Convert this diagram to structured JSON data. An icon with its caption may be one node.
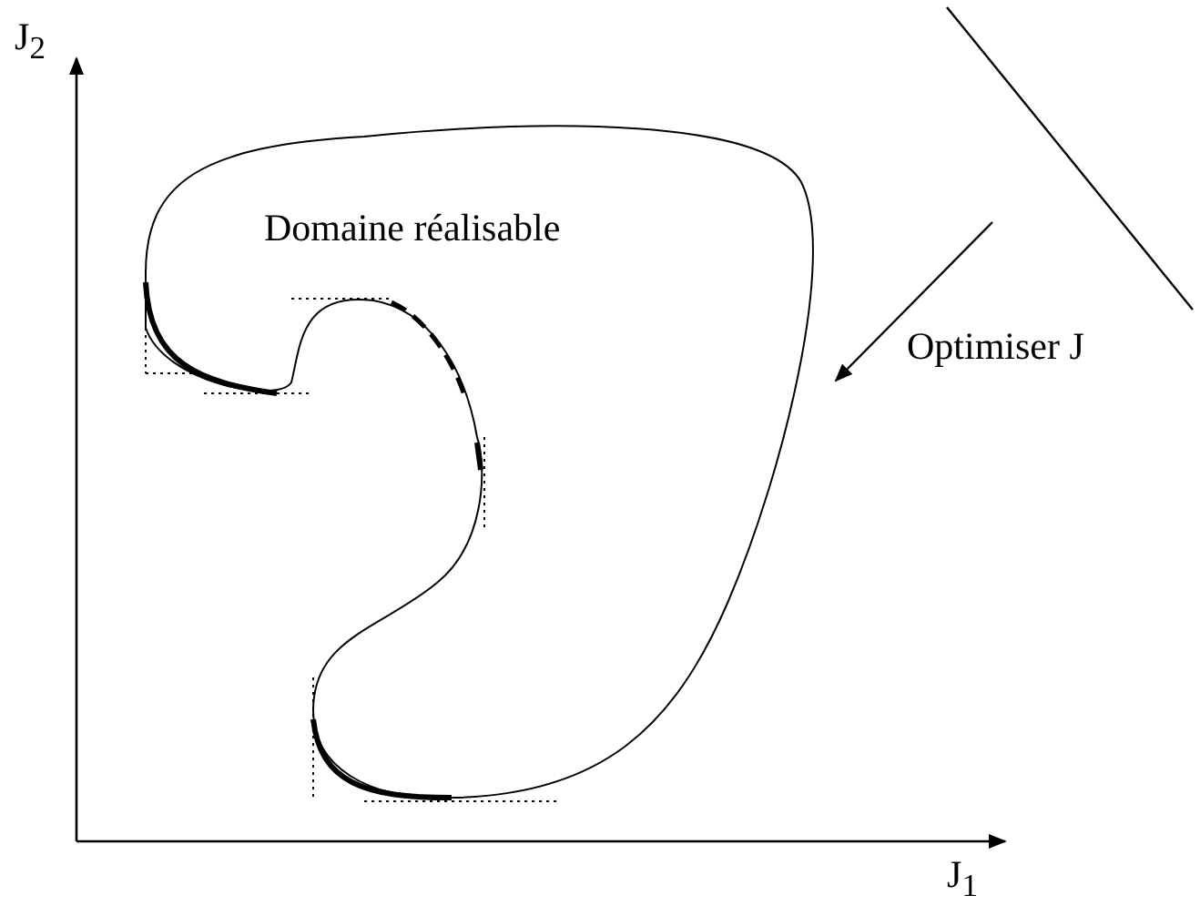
{
  "diagram": {
    "nodes": [
      {
        "text": [
          "Domaine réalisable"
        ]
      }
    ],
    "edges": [],
    "labels": [
      "J$_{2}$",
      "J$_{1}$",
      "Optimiser J"
    ]
  }
}
